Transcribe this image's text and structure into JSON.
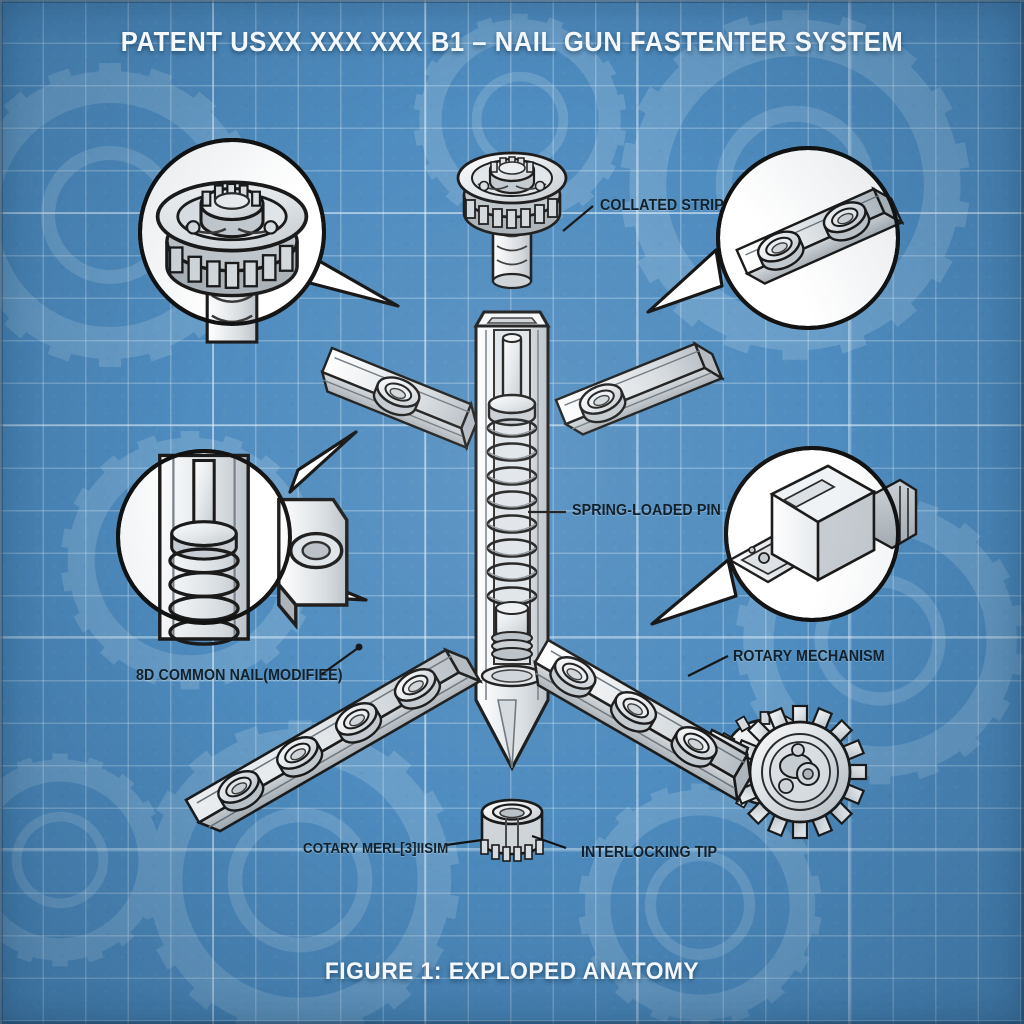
{
  "document": {
    "title": "PATENT USXX XXX XXX B1 – NAIL GUN FASTENTER SYSTEM",
    "caption": "FIGURE 1: EXPLOPED ANATOMY",
    "style": "blueprint",
    "colors": {
      "background": "#4f8cbf",
      "grid_line": "#dceefa",
      "title_text": "#f2f8fd",
      "label_text": "#12212b",
      "part_fill": "#e8ecef",
      "part_outline": "#1a1a1a",
      "callout_fill": "#ffffff"
    }
  },
  "labels": [
    {
      "id": "collated-strip",
      "text": "COLLATED STRIP"
    },
    {
      "id": "spring-loaded-pin",
      "text": "SPRING-LOADED PIN"
    },
    {
      "id": "common-nail",
      "text": "8D COMMON NAIL(MODIFIEE)"
    },
    {
      "id": "rotary-mechanism",
      "text": "ROTARY MECHANISM"
    },
    {
      "id": "rotary-garbled",
      "text": "COTARY MERL[3]IISIM"
    },
    {
      "id": "interlocking-tip",
      "text": "INTERLOCKING TIP"
    }
  ],
  "callouts": [
    {
      "id": "head-gear-detail",
      "subject": "nail head gear assembly"
    },
    {
      "id": "strip-detail",
      "subject": "collated strip nail holes"
    },
    {
      "id": "spring-detail",
      "subject": "internal spring and pin"
    },
    {
      "id": "tip-detail",
      "subject": "interlocking tip latch"
    }
  ],
  "parts": [
    {
      "id": "central-nail",
      "name": "8D common nail with internal spring"
    },
    {
      "id": "head-gear",
      "name": "toothed head gear"
    },
    {
      "id": "collar-gear",
      "name": "interlocking tip collar"
    },
    {
      "id": "rotary-gear",
      "name": "rotary drive gear"
    },
    {
      "id": "strip-upper-left",
      "name": "collated strip segment"
    },
    {
      "id": "strip-upper-right",
      "name": "collated strip segment"
    },
    {
      "id": "strip-lower-left",
      "name": "collated strip, four nails"
    },
    {
      "id": "strip-lower-right",
      "name": "collated strip, three nails"
    }
  ]
}
